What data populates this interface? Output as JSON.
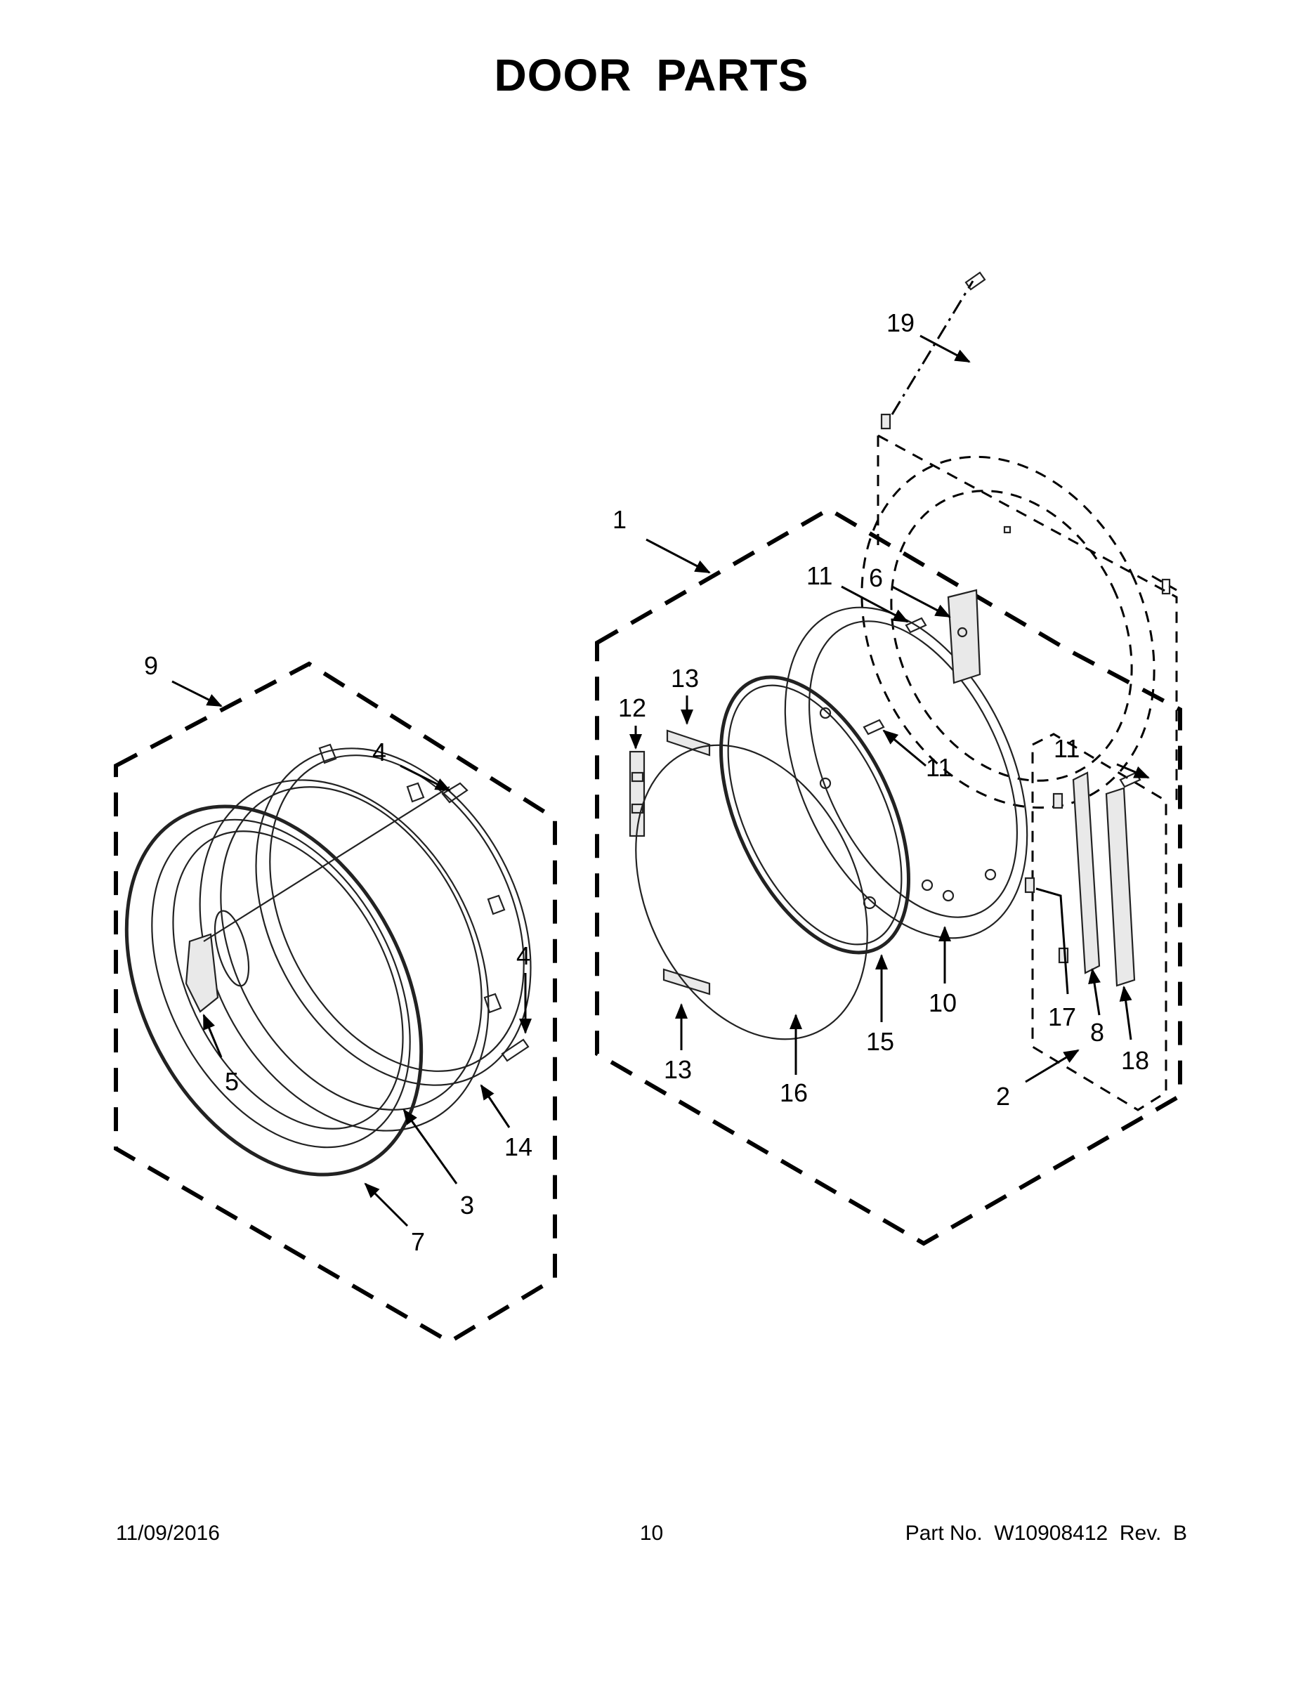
{
  "title": "DOOR PARTS",
  "footer": {
    "date": "11/09/2016",
    "page": "10",
    "part_number": "Part No.  W10908412  Rev.  B"
  },
  "callouts": {
    "c1": "1",
    "c2": "2",
    "c3": "3",
    "c4a": "4",
    "c4b": "4",
    "c5": "5",
    "c6": "6",
    "c7": "7",
    "c8": "8",
    "c9": "9",
    "c10": "10",
    "c11a": "11",
    "c11b": "11",
    "c11c": "11",
    "c12": "12",
    "c13a": "13",
    "c13b": "13",
    "c14": "14",
    "c15": "15",
    "c16": "16",
    "c17": "17",
    "c18": "18",
    "c19": "19"
  }
}
